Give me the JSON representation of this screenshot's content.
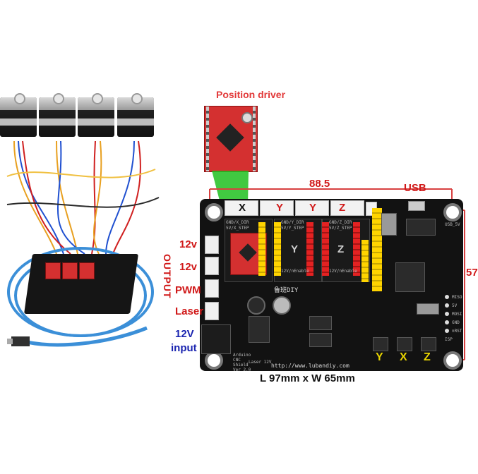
{
  "labels": {
    "position_driver": "Position driver",
    "width_dim": "88.5",
    "height_dim": "57",
    "usb": "USB",
    "output": "OUTPUT",
    "port_12v_1": "12v",
    "port_12v_2": "12v",
    "pwm": "PWM",
    "laser": "Laser",
    "input_12v": "12V",
    "input_word": "input",
    "conn_x": "X",
    "conn_y1": "Y",
    "conn_y2": "Y",
    "conn_z": "Z",
    "slot_y": "Y",
    "slot_z": "Z",
    "pin_y": "Y",
    "pin_x": "X",
    "pin_z": "Z",
    "dimensions": "L 97mm x W 65mm",
    "website": "http://www.lubandiy.com",
    "brand_name": "鲁班DIY",
    "usb_5v": "USB_5V",
    "silk_1": "GND/X_DIR",
    "silk_2": "5V/X_STEP",
    "silk_3": "GND/Y_DIR",
    "silk_4": "5V/Y_STEP",
    "silk_5": "GND/Z_DIR",
    "silk_6": "5V/Z_STEP",
    "silk_7": "12V/nEnable",
    "silk_miso": "MISO",
    "silk_5v": "5V",
    "silk_mosi": "MOSI",
    "silk_gnd": "GND",
    "silk_nrst": "nRST",
    "silk_isp": "ISP",
    "silk_laser": "Laser 12V",
    "board_name_1": "Arduino",
    "board_name_2": "CNC",
    "board_name_3": "Shield",
    "board_name_4": "Ver 2.0"
  },
  "colors": {
    "red_label": "#d01818",
    "yellow_label": "#e8d400",
    "blue_label": "#1a24b0",
    "green_beam": "#20c020",
    "driver_red": "#d43030",
    "board_black": "#121212"
  }
}
